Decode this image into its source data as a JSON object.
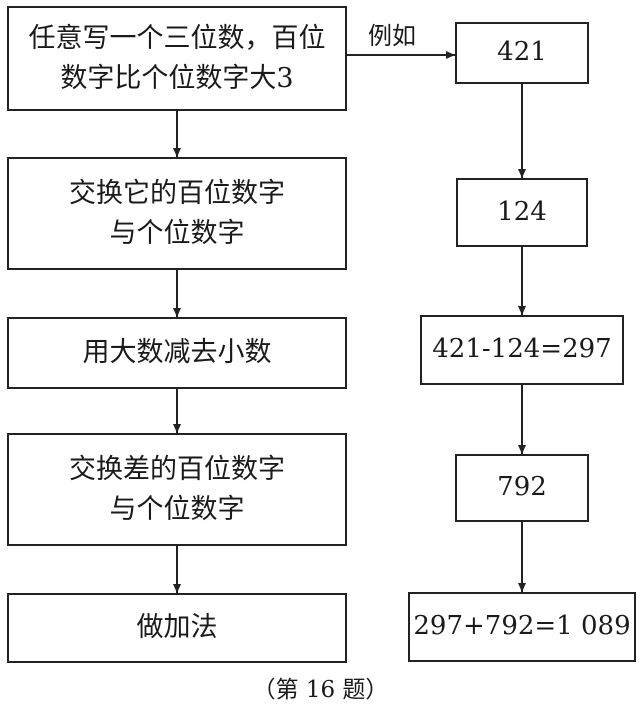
{
  "left_steps": [
    [
      "任意写一个三位数，百位",
      "数字比个位数字大3"
    ],
    [
      "交换它的百位数字",
      "与个位数字"
    ],
    [
      "用大数减去小数"
    ],
    [
      "交换差的百位数字",
      "与个位数字"
    ],
    [
      "做加法"
    ]
  ],
  "example_label": "例如",
  "right_steps": [
    "421",
    "124",
    "421-124=297",
    "792",
    "297+792=1 089"
  ],
  "caption": "（第 16 题）"
}
